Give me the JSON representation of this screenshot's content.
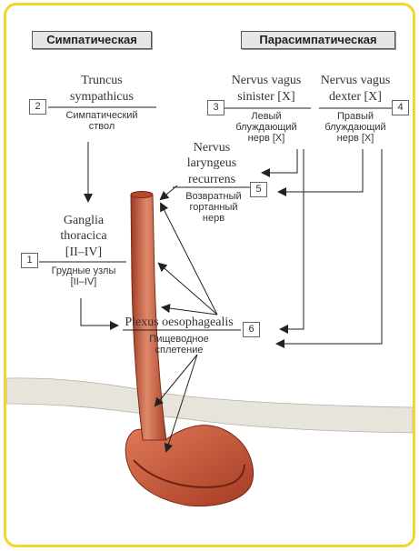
{
  "headers": {
    "sympathetic": "Симпатическая",
    "parasympathetic": "Парасимпатическая"
  },
  "labels": {
    "truncus": {
      "num": "2",
      "latin1": "Truncus",
      "latin2": "sympathicus",
      "rus1": "Симпатический",
      "rus2": "ствол"
    },
    "vagus_sinister": {
      "num": "3",
      "latin1": "Nervus vagus",
      "latin2": "sinister [X]",
      "rus1": "Левый",
      "rus2": "блуждающий",
      "rus3": "нерв [X]"
    },
    "vagus_dexter": {
      "num": "4",
      "latin1": "Nervus vagus",
      "latin2": "dexter [X]",
      "rus1": "Правый",
      "rus2": "блуждающий",
      "rus3": "нерв [X]"
    },
    "laryngeus": {
      "num": "5",
      "latin1": "Nervus",
      "latin2": "laryngeus",
      "latin3": "recurrens",
      "rus1": "Возвратный",
      "rus2": "гортанный",
      "rus3": "нерв"
    },
    "ganglia": {
      "num": "1",
      "latin1": "Ganglia",
      "latin2": "thoracica",
      "latin3": "[II–IV]",
      "rus1": "Грудные узлы",
      "rus2": "[II–IV]"
    },
    "plexus": {
      "num": "6",
      "latin1": "Plexus oesophagealis",
      "rus1": "Пищеводное",
      "rus2": "сплетение"
    }
  },
  "colors": {
    "frame": "#f5d52a",
    "esophagus": "#c8553a",
    "stomach": "#c94a30",
    "arrow": "#222222"
  }
}
